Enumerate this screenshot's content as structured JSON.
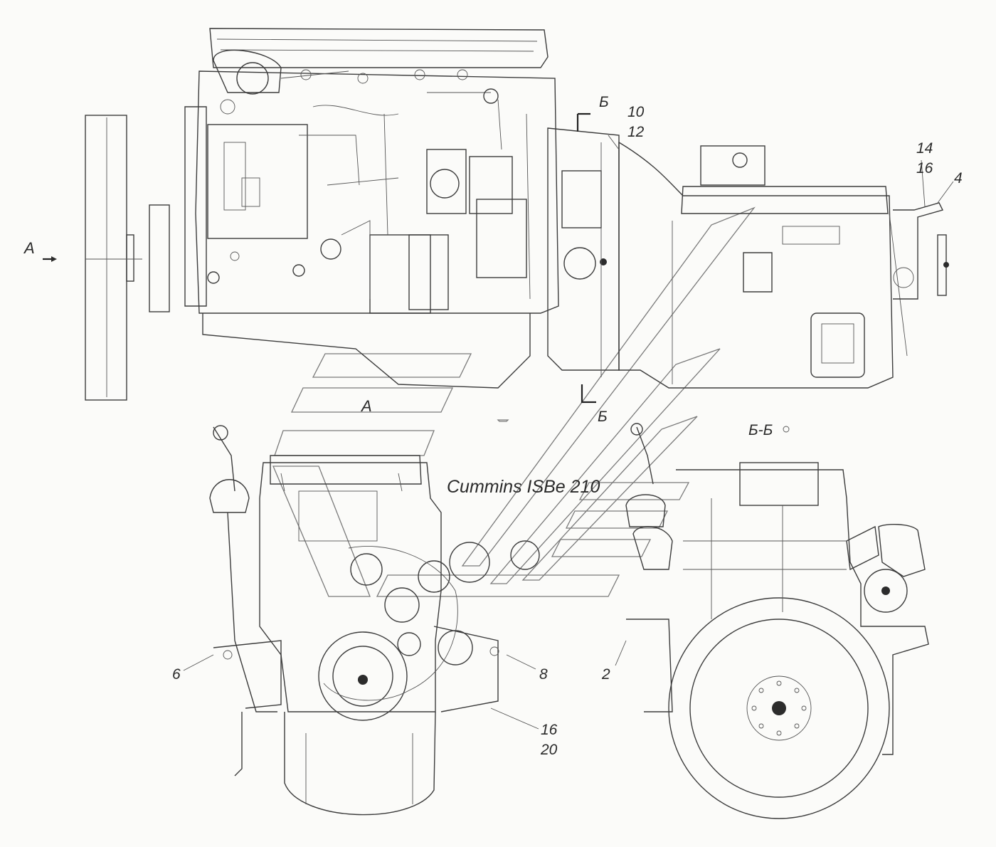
{
  "brand_text": "Cummins ISBe 210",
  "view_labels": {
    "view_a_arrow": "А",
    "view_a": "А",
    "section_top": "Б",
    "section_bottom": "Б",
    "section_view": "Б-Б"
  },
  "callouts": {
    "c10": "10",
    "c12": "12",
    "c14": "14",
    "c16_top": "16",
    "c4": "4",
    "c6": "6",
    "c8": "8",
    "c16_bottom": "16",
    "c20": "20",
    "c2": "2"
  }
}
